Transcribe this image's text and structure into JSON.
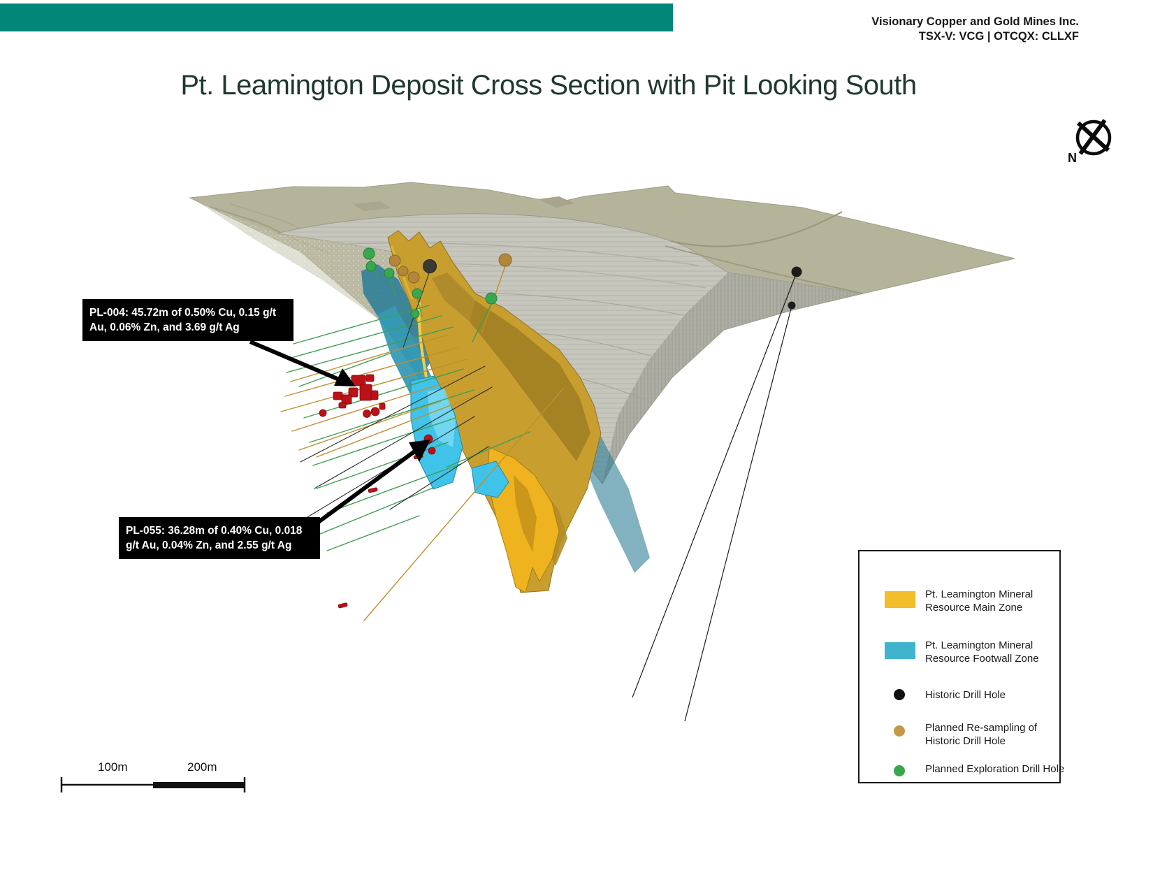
{
  "header": {
    "company_name": "Visionary Copper and Gold Mines Inc.",
    "tickers": "TSX-V: VCG | OTCQX: CLLXF"
  },
  "title": "Pt. Leamington Deposit Cross Section with Pit Looking South",
  "compass": {
    "label": "N"
  },
  "annotations": [
    {
      "id": "PL-004",
      "text": "PL-004: 45.72m of 0.50% Cu, 0.15 g/t Au, 0.06% Zn, and 3.69 g/t Ag"
    },
    {
      "id": "PL-055",
      "text": "PL-055: 36.28m of 0.40% Cu, 0.018 g/t Au, 0.04% Zn, and 2.55 g/t Ag"
    }
  ],
  "legend": {
    "items": [
      {
        "label": "Pt. Leamington Mineral Resource Main Zone",
        "marker": "swatch"
      },
      {
        "label": "Pt. Leamington Mineral Resource Footwall Zone",
        "marker": "swatch"
      },
      {
        "label": "Historic Drill Hole",
        "marker": "dot"
      },
      {
        "label": "Planned Re-sampling of Historic Drill Hole",
        "marker": "dot"
      },
      {
        "label": "Planned Exploration Drill Hole",
        "marker": "dot"
      }
    ]
  },
  "scale_bar": {
    "label_100": "100m",
    "label_200": "200m"
  },
  "colors": {
    "header_bar": "#028677",
    "title_text": "#20382F",
    "main_zone": "#F2BE2A",
    "footwall_zone": "#3FB4CC",
    "historic_drill": "#111111",
    "resample_drill": "#C29A45",
    "exploration_drill": "#3AA64E",
    "intercept_red": "#BB1117",
    "pit_surface": "#B6B39B",
    "pit_wall": "#C7C6BD"
  }
}
